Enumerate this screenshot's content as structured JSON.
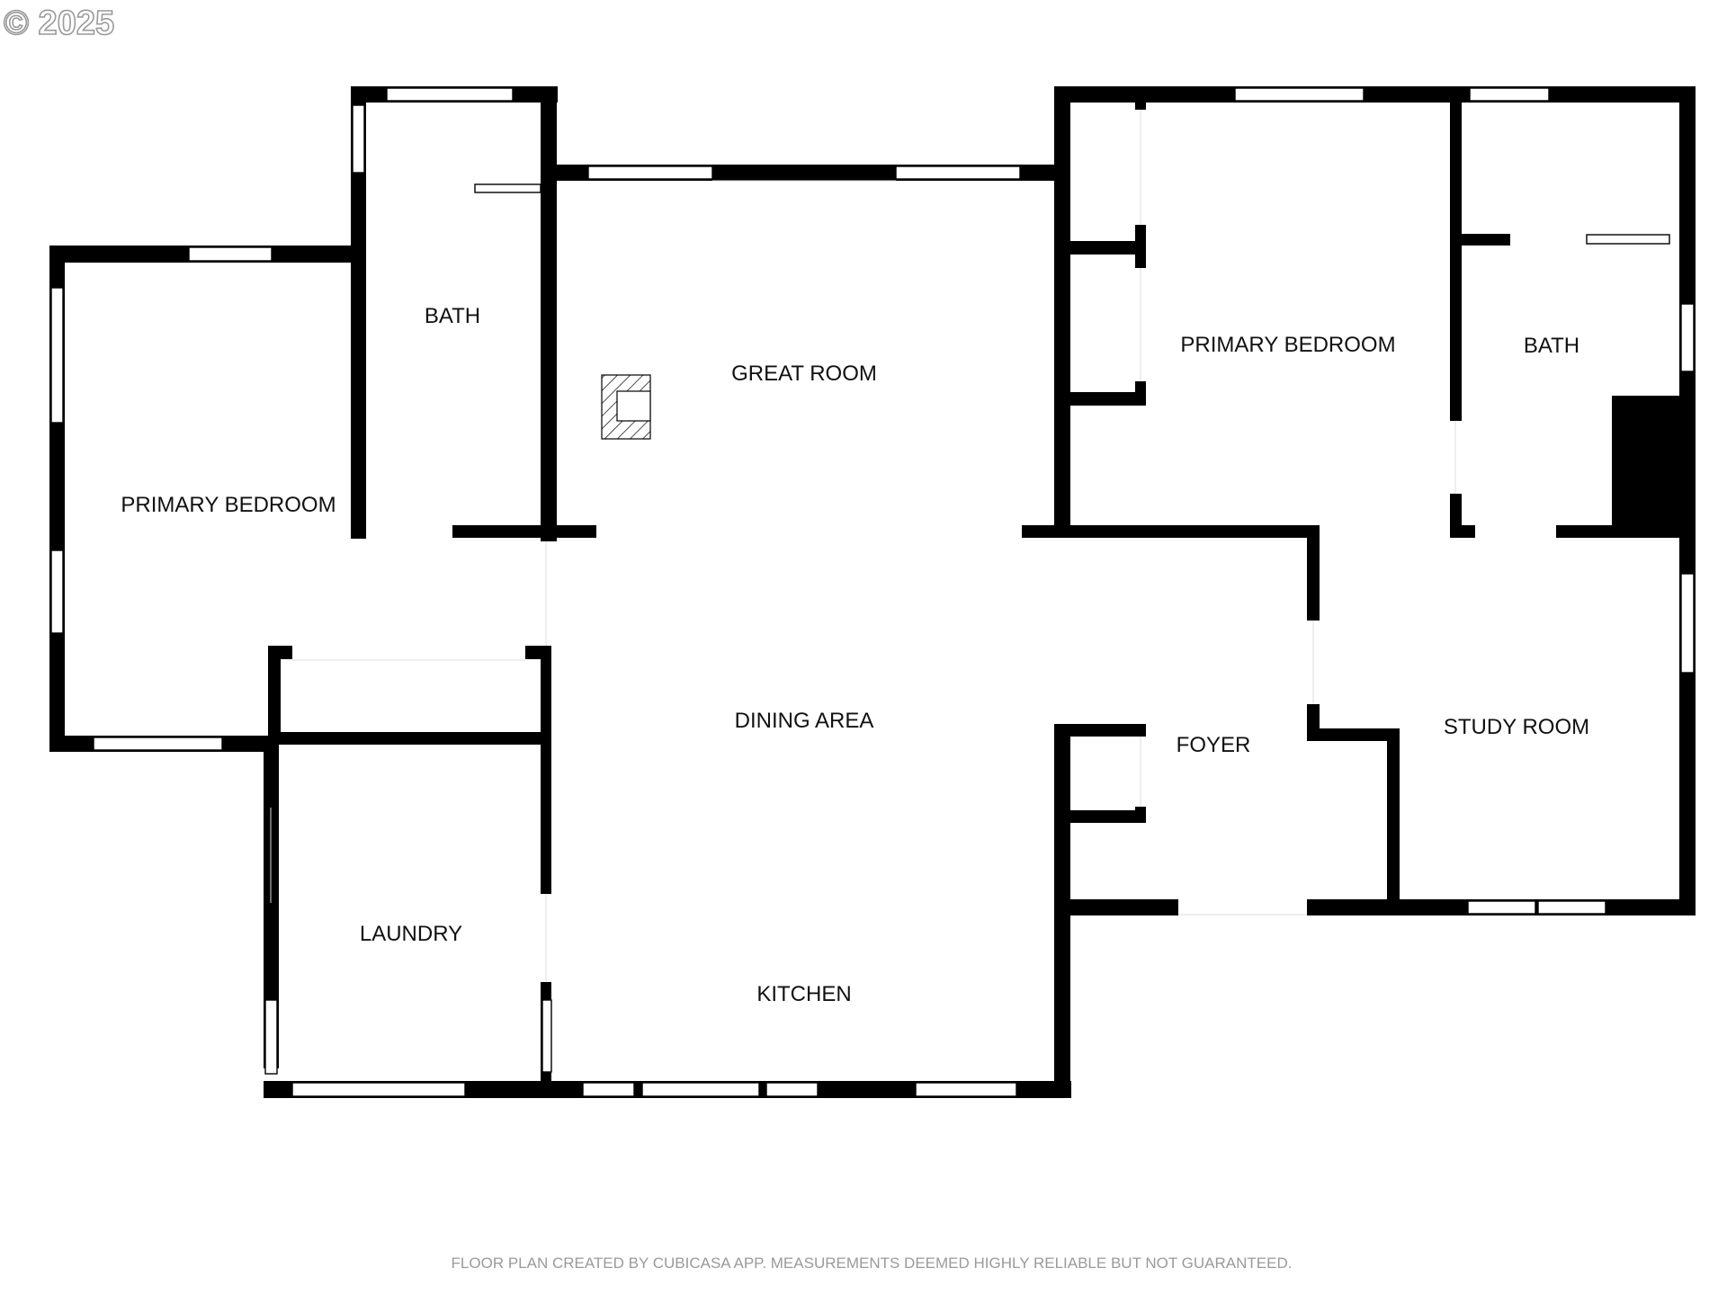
{
  "watermark": {
    "copyright": "© 2025"
  },
  "rooms": {
    "bedroom_west": "PRIMARY BEDROOM",
    "bath_west": "BATH",
    "great_room": "GREAT ROOM",
    "dining_area": "DINING AREA",
    "kitchen": "KITCHEN",
    "laundry": "LAUNDRY",
    "bedroom_east": "PRIMARY BEDROOM",
    "bath_east": "BATH",
    "foyer": "FOYER",
    "study_room": "STUDY ROOM"
  },
  "footer": {
    "disclaimer": "FLOOR PLAN CREATED BY CUBICASA APP. MEASUREMENTS DEEMED HIGHLY RELIABLE BUT NOT GUARANTEED."
  },
  "colors": {
    "wall": "#000000",
    "background": "#ffffff",
    "footer_text": "#9a9a9a"
  }
}
